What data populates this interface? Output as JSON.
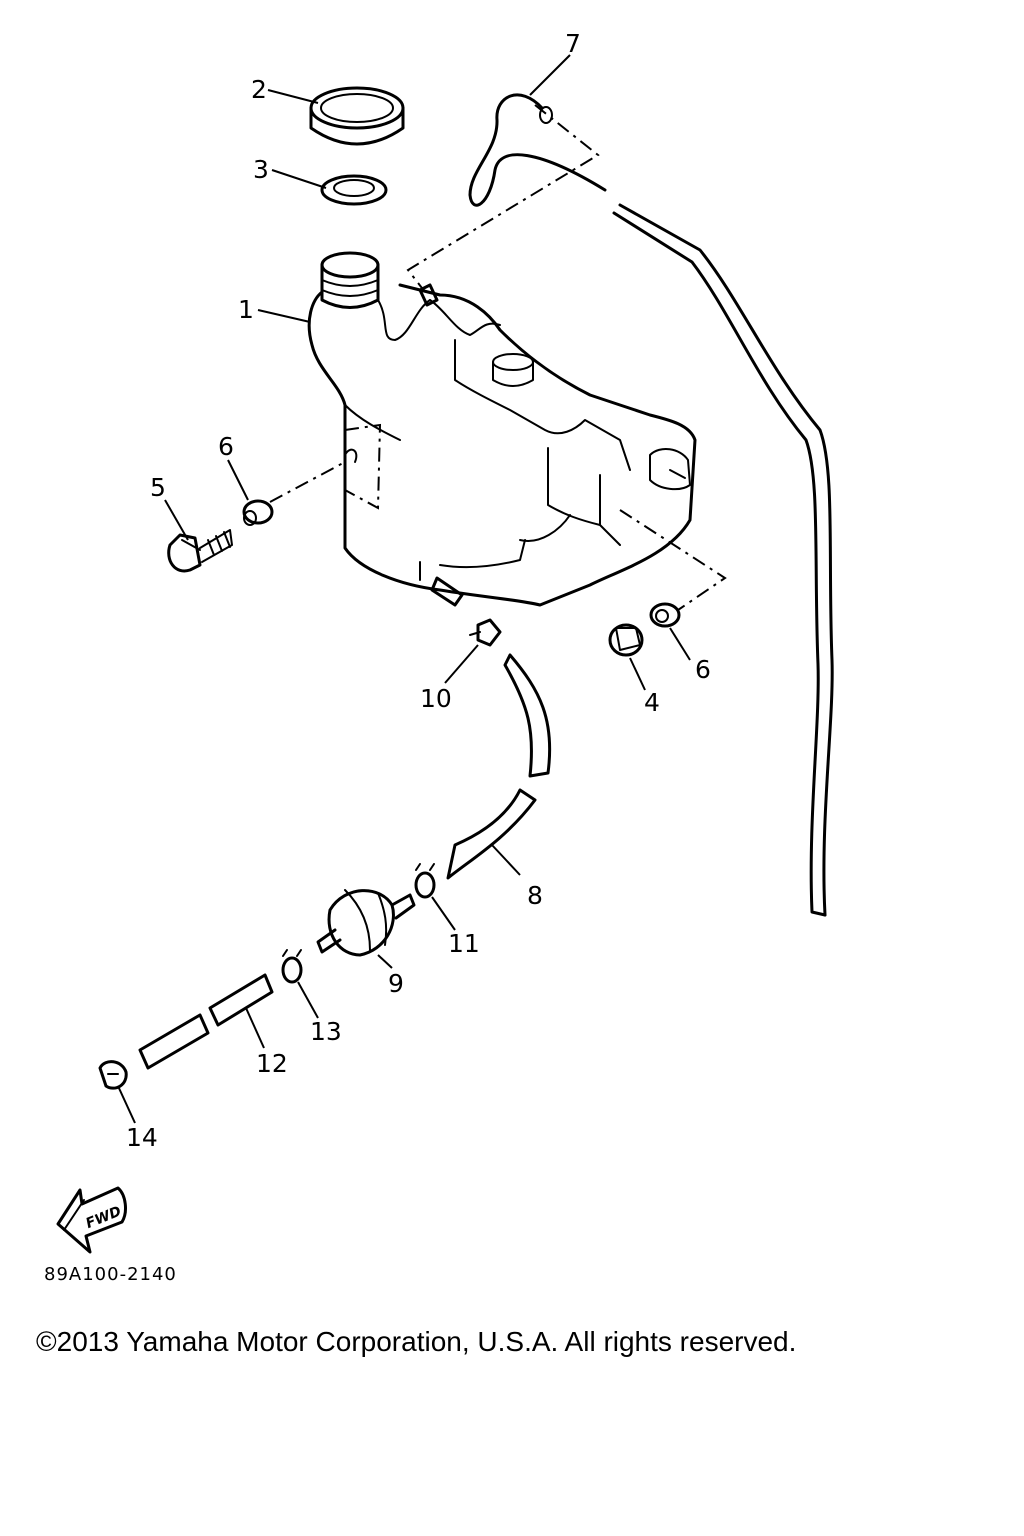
{
  "diagram": {
    "callouts": [
      {
        "id": "1",
        "label": "1"
      },
      {
        "id": "2",
        "label": "2"
      },
      {
        "id": "3",
        "label": "3"
      },
      {
        "id": "4",
        "label": "4"
      },
      {
        "id": "5",
        "label": "5"
      },
      {
        "id": "6a",
        "label": "6"
      },
      {
        "id": "6b",
        "label": "6"
      },
      {
        "id": "7",
        "label": "7"
      },
      {
        "id": "8",
        "label": "8"
      },
      {
        "id": "9",
        "label": "9"
      },
      {
        "id": "10",
        "label": "10"
      },
      {
        "id": "11",
        "label": "11"
      },
      {
        "id": "12",
        "label": "12"
      },
      {
        "id": "13",
        "label": "13"
      },
      {
        "id": "14",
        "label": "14"
      }
    ],
    "fwd_label": "FWD",
    "code": "89A100-2140"
  },
  "footer": {
    "copyright": "©2013 Yamaha Motor Corporation, U.S.A. All rights reserved."
  }
}
